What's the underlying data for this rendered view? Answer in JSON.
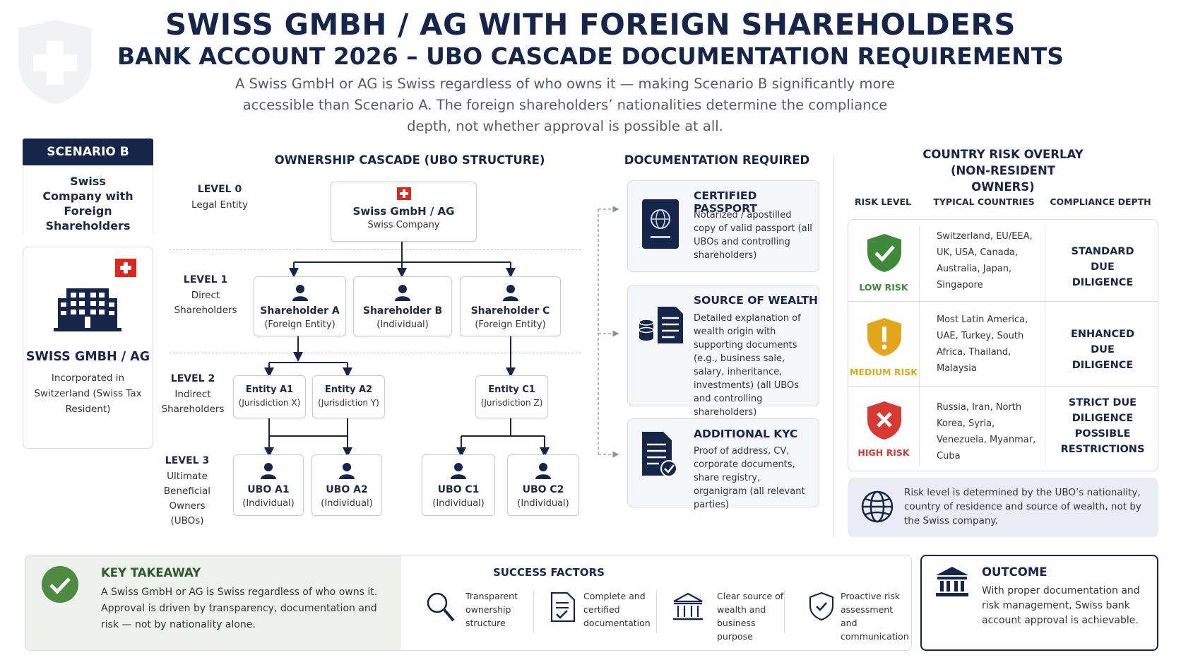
{
  "header": {
    "title": "SWISS GMBH / AG WITH FOREIGN SHAREHOLDERS",
    "subtitle": "BANK ACCOUNT 2026 – UBO CASCADE DOCUMENTATION REQUIREMENTS",
    "intro": "A Swiss GmbH or AG is Swiss regardless of who owns it — making Scenario B significantly more accessible than Scenario A. The foreign shareholders’ nationalities determine the compliance depth, not whether approval is possible at all."
  },
  "scenario": {
    "label": "SCENARIO B",
    "description": "Swiss Company with Foreign Shareholders",
    "company_name": "SWISS GMBH / AG",
    "company_desc": "Incorporated in Switzerland (Swiss Tax Resident)"
  },
  "cascade": {
    "heading": "OWNERSHIP CASCADE (UBO STRUCTURE)",
    "levels": [
      {
        "label": "LEVEL 0",
        "desc": "Legal Entity"
      },
      {
        "label": "LEVEL 1",
        "desc": "Direct Shareholders"
      },
      {
        "label": "LEVEL 2",
        "desc": "Indirect Shareholders"
      },
      {
        "label": "LEVEL 3",
        "desc": "Ultimate Beneficial Owners (UBOs)"
      }
    ],
    "root": {
      "name": "Swiss GmbH / AG",
      "type": "Swiss Company"
    },
    "shareholders": [
      {
        "name": "Shareholder A",
        "type": "(Foreign Entity)"
      },
      {
        "name": "Shareholder B",
        "type": "(Individual)"
      },
      {
        "name": "Shareholder C",
        "type": "(Foreign Entity)"
      }
    ],
    "entities": [
      {
        "name": "Entity A1",
        "type": "(Jurisdiction X)"
      },
      {
        "name": "Entity A2",
        "type": "(Jurisdiction Y)"
      },
      {
        "name": "Entity C1",
        "type": "(Jurisdiction Z)"
      }
    ],
    "ubos": [
      {
        "name": "UBO A1",
        "type": "(Individual)"
      },
      {
        "name": "UBO A2",
        "type": "(Individual)"
      },
      {
        "name": "UBO C1",
        "type": "(Individual)"
      },
      {
        "name": "UBO C2",
        "type": "(Individual)"
      }
    ]
  },
  "documentation": {
    "heading": "DOCUMENTATION REQUIRED",
    "items": [
      {
        "title": "CERTIFIED PASSPORT",
        "text": "Notarized / apostilled copy of valid passport (all UBOs and controlling shareholders)",
        "icon": "passport-icon"
      },
      {
        "title": "SOURCE OF WEALTH",
        "text": "Detailed explanation of wealth origin with supporting documents (e.g., business sale, salary, inheritance, investments) (all UBOs and controlling shareholders)",
        "icon": "wealth-document-icon"
      },
      {
        "title": "ADDITIONAL KYC",
        "text": "Proof of address, CV, corporate documents, share registry, organigram (all relevant parties)",
        "icon": "kyc-document-icon"
      }
    ]
  },
  "risk": {
    "heading": "COUNTRY RISK OVERLAY (NON-RESIDENT OWNERS)",
    "columns": [
      "RISK LEVEL",
      "TYPICAL COUNTRIES",
      "COMPLIANCE DEPTH"
    ],
    "rows": [
      {
        "level": "LOW RISK",
        "countries": "Switzerland, EU/EEA, UK, USA, Canada, Australia, Japan, Singapore",
        "depth": "STANDARD DUE DILIGENCE",
        "color": "#3f8a3a"
      },
      {
        "level": "MEDIUM RISK",
        "countries": "Most Latin America, UAE, Turkey, South Africa, Thailand, Malaysia",
        "depth": "ENHANCED DUE DILIGENCE",
        "color": "#e3a51b"
      },
      {
        "level": "HIGH RISK",
        "countries": "Russia, Iran, North Korea, Syria, Venezuela, Myanmar, Cuba",
        "depth": "STRICT DUE DILIGENCE POSSIBLE RESTRICTIONS",
        "color": "#d63a32"
      }
    ],
    "note": "Risk level is determined by the UBO’s nationality, country of residence and source of wealth, not by the Swiss company."
  },
  "takeaway": {
    "title": "KEY TAKEAWAY",
    "text": "A Swiss GmbH or AG is Swiss regardless of who owns it. Approval is driven by transparency, documentation and risk — not by nationality alone."
  },
  "success": {
    "title": "SUCCESS FACTORS",
    "items": [
      {
        "text": "Transparent ownership structure",
        "icon": "magnifier-icon"
      },
      {
        "text": "Complete and certified documentation",
        "icon": "document-check-icon"
      },
      {
        "text": "Clear source of wealth and business purpose",
        "icon": "bank-icon"
      },
      {
        "text": "Proactive risk assessment and communication",
        "icon": "shield-check-icon"
      }
    ]
  },
  "outcome": {
    "title": "OUTCOME",
    "text": "With proper documentation and risk management, Swiss bank account approval is achievable."
  },
  "colors": {
    "navy": "#15264a",
    "swiss_red": "#e1251b",
    "low": "#3f8a3a",
    "medium": "#e3a51b",
    "high": "#d63a32"
  }
}
